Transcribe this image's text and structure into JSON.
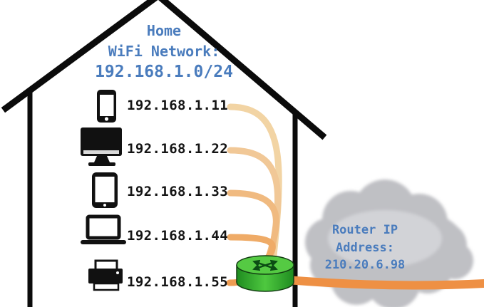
{
  "diagram": {
    "network": {
      "title_line1": "Home",
      "title_line2": "WiFi Network:",
      "subnet": "192.168.1.0/24"
    },
    "devices": [
      {
        "icon": "smartphone-icon",
        "ip": "192.168.1.11"
      },
      {
        "icon": "desktop-monitor-icon",
        "ip": "192.168.1.22"
      },
      {
        "icon": "tablet-icon",
        "ip": "192.168.1.33"
      },
      {
        "icon": "laptop-icon",
        "ip": "192.168.1.44"
      },
      {
        "icon": "printer-icon",
        "ip": "192.168.1.55"
      }
    ],
    "router": {
      "icon": "router-icon",
      "label_line1": "Router IP",
      "label_line2": "Address:",
      "public_ip": "210.20.6.98"
    },
    "colors": {
      "accent_blue": "#4a7cbd",
      "device_text": "#141414",
      "uplink_orange": "#ee9044",
      "line_tan": "#f2d4a4",
      "router_green": "#3cb531",
      "cloud_gray": "#bfc0c4",
      "house_outline": "#0b0b0b"
    }
  }
}
